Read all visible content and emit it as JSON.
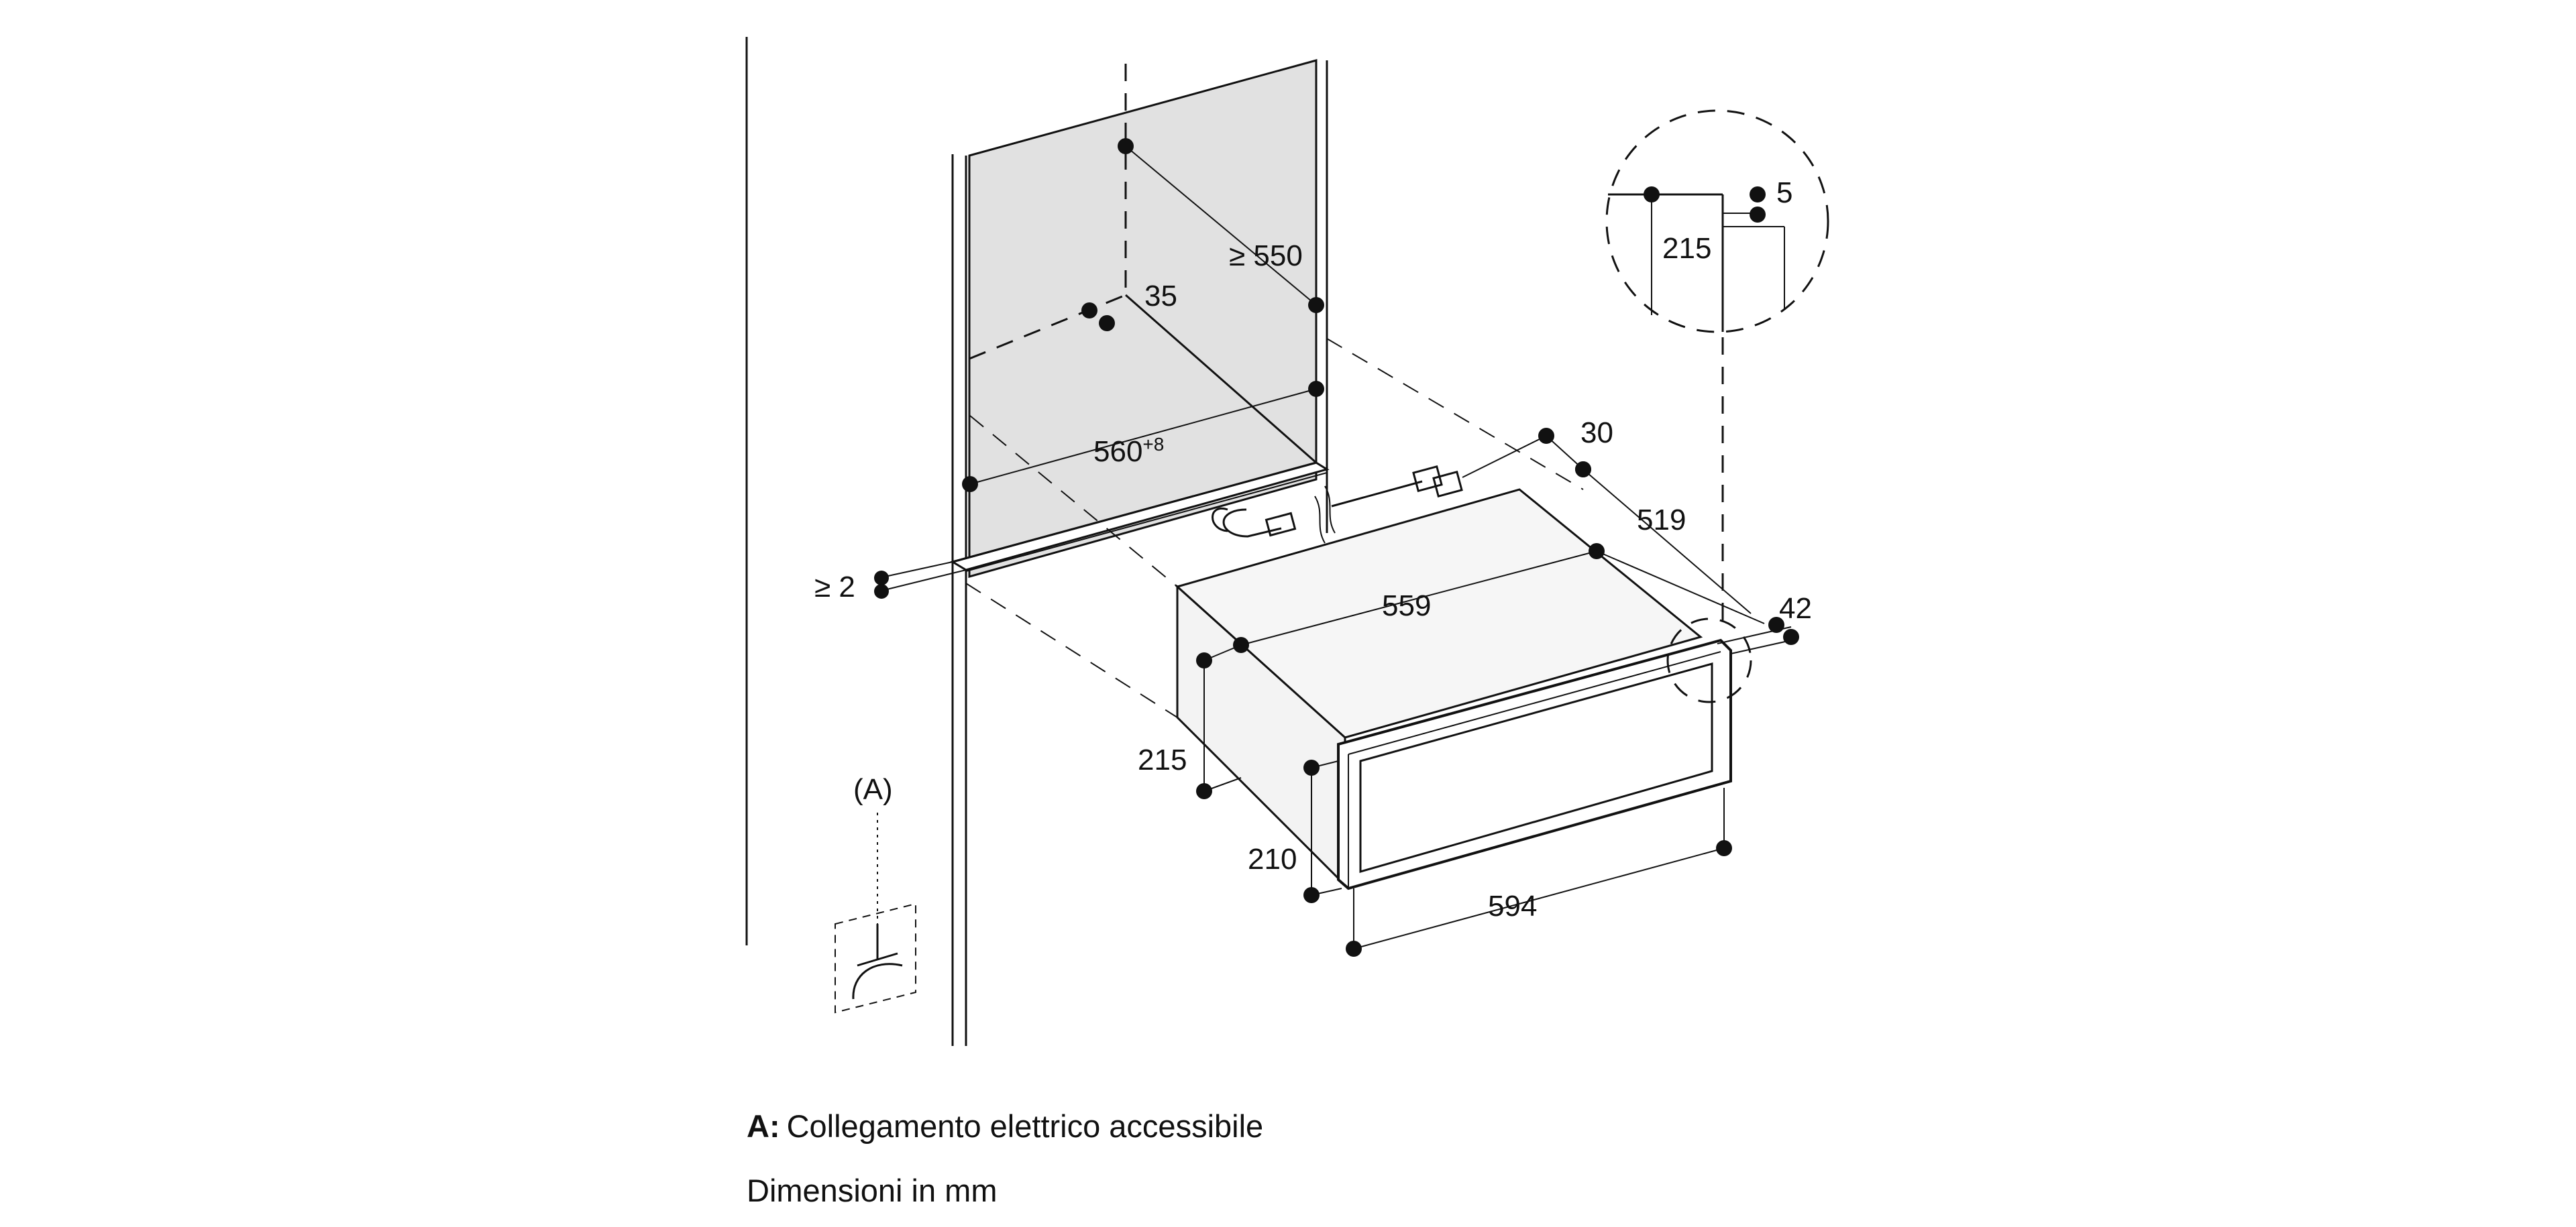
{
  "dimensions": {
    "clearance_depth": "≥ 550",
    "offset_35": "35",
    "niche_width": "560",
    "niche_width_tolerance": "+8",
    "gap_min": "≥ 2",
    "socket_label": "(A)",
    "cable_30": "30",
    "depth_519": "519",
    "body_width_559": "559",
    "front_42": "42",
    "body_height_215": "215",
    "front_height_210": "210",
    "front_width_594": "594",
    "detail_height_215": "215",
    "detail_5": "5"
  },
  "legend": {
    "key": "A:",
    "text": "Collegamento elettrico accessibile"
  },
  "units_note": "Dimensioni in mm"
}
